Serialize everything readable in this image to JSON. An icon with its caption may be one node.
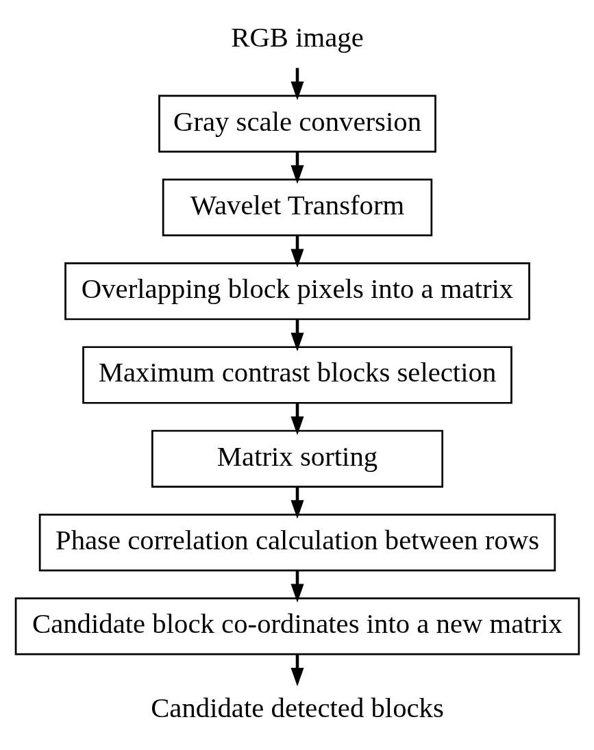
{
  "diagram": {
    "nodes": [
      {
        "text": [
          "RGB image"
        ]
      },
      {
        "text": [
          "Gray scale conversion"
        ]
      },
      {
        "text": [
          "Wavelet Transform"
        ]
      },
      {
        "text": [
          "Overlapping block pixels into a matrix"
        ]
      },
      {
        "text": [
          "Maximum contrast blocks selection"
        ]
      },
      {
        "text": [
          "Matrix sorting"
        ]
      },
      {
        "text": [
          "Phase correlation calculation between rows"
        ]
      },
      {
        "text": [
          "Candidate block co-ordinates into a new matrix"
        ]
      },
      {
        "text": [
          "Candidate detected blocks"
        ]
      }
    ],
    "edges": [
      {
        "from": 0,
        "to": 1,
        "arrow": "to"
      },
      {
        "from": 1,
        "to": 2,
        "arrow": "to"
      },
      {
        "from": 2,
        "to": 3,
        "arrow": "to"
      },
      {
        "from": 3,
        "to": 4,
        "arrow": "to"
      },
      {
        "from": 4,
        "to": 5,
        "arrow": "to"
      },
      {
        "from": 5,
        "to": 6,
        "arrow": "to"
      },
      {
        "from": 6,
        "to": 7,
        "arrow": "to"
      },
      {
        "from": 7,
        "to": 8,
        "arrow": "to"
      }
    ]
  }
}
